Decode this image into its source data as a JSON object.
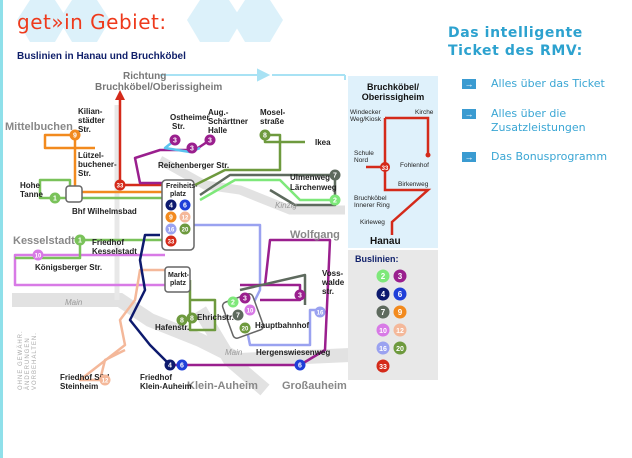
{
  "header": {
    "title": "get»in Gebiet:",
    "subtitle": "Buslinien in Hanau und Bruchköbel"
  },
  "rmv": {
    "title_line1": "Das intelligente",
    "title_line2": "Ticket des RMV:",
    "links": [
      {
        "label_line1": "Alles über das Ticket",
        "label_line2": "",
        "icon": "arrow-right-icon"
      },
      {
        "label_line1": "Alles über die",
        "label_line2": "Zusatzleistungen",
        "icon": "arrow-right-icon"
      },
      {
        "label_line1": "Das Bonusprogramm",
        "label_line2": "",
        "icon": "arrow-right-icon"
      }
    ]
  },
  "map": {
    "direction_label1": "Richtung",
    "direction_label2": "Bruchköbel/Oberissigheim",
    "districts": {
      "mittelbuchen": "Mittelbuchen",
      "kesselstadt": "Kesselstadt",
      "wolfgang": "Wolfgang",
      "klein_auheim": "Klein-Auheim",
      "grossauheim": "Großauheim"
    },
    "rivers": {
      "kinzig": "Kinzig",
      "main1": "Main",
      "main2": "Main"
    },
    "stops": {
      "kilianstaedter": [
        "Kilian-",
        "städter",
        "Str."
      ],
      "luetzelbuchener": [
        "Lützel-",
        "buchener-",
        "Str."
      ],
      "hohe_tanne": [
        "Hohe",
        "Tanne"
      ],
      "bhf_wilhelmsbad": "Bhf Wilhelmsbad",
      "ostheimer": [
        "Ostheimer",
        "Str."
      ],
      "aug_schaertner": [
        "Aug.-",
        "Schärttner",
        "Halle"
      ],
      "reichenberger": "Reichenberger Str.",
      "mosel": [
        "Mosel-",
        "straße"
      ],
      "ikea": "Ikea",
      "ulmenweg": "Ulmenweg",
      "laerchenweg": "Lärchenweg",
      "freiheitsplatz": [
        "Freiheits-",
        "platz"
      ],
      "marktplatz": [
        "Markt-",
        "platz"
      ],
      "friedhof_kesselstadt": [
        "Friedhof",
        "Kesselstadt"
      ],
      "koenigsberger": "Königsberger Str.",
      "hafenstr": "Hafenstr.",
      "ehrichstr": "Ehrichstr.",
      "hauptbahnhof": "Hauptbahnhof",
      "vosswalde": [
        "Voss-",
        "walde",
        "str."
      ],
      "hergenswiesenweg": "Hergenswiesenweg",
      "friedhof_sued": [
        "Friedhof Süd",
        "Steinheim"
      ],
      "friedhof_klein_auheim": [
        "Friedhof",
        "Klein-Auheim"
      ]
    },
    "disclaimer": [
      "OHNE GEWÄHR.",
      "ÄNDERUNGEN",
      "VORBEHALTEN."
    ]
  },
  "inset": {
    "title_line1": "Bruchköbel/",
    "title_line2": "Oberissigheim",
    "stops": {
      "windecker": [
        "Windecker",
        "Weg/Kiosk"
      ],
      "kirche": "Kirche",
      "schule_nord": [
        "Schule",
        "Nord"
      ],
      "fohlenhof": "Fohlenhof",
      "birkenweg": "Birkenweg",
      "innerer_ring": [
        "Bruchköbel",
        "Innerer Ring"
      ],
      "kirleweg": "Kirleweg"
    },
    "bottom": "Hanau",
    "line": "33"
  },
  "legend": {
    "title": "Buslinien:",
    "lines": [
      {
        "number": "2",
        "color": "#7ee87a"
      },
      {
        "number": "3",
        "color": "#9a1f8e"
      },
      {
        "number": "4",
        "color": "#0d1a6e"
      },
      {
        "number": "6",
        "color": "#1f3fd8"
      },
      {
        "number": "7",
        "color": "#5e6a5e"
      },
      {
        "number": "9",
        "color": "#f28a1e"
      },
      {
        "number": "10",
        "color": "#d87ae6"
      },
      {
        "number": "12",
        "color": "#f4b89a"
      },
      {
        "number": "16",
        "color": "#9aa2f0"
      },
      {
        "number": "20",
        "color": "#6e9a3e"
      },
      {
        "number": "33",
        "color": "#d42a1a"
      }
    ]
  },
  "colors": {
    "brand_red": "#ee3a1c",
    "rmv_blue": "#2da2cf",
    "navy": "#0f1f6a"
  }
}
